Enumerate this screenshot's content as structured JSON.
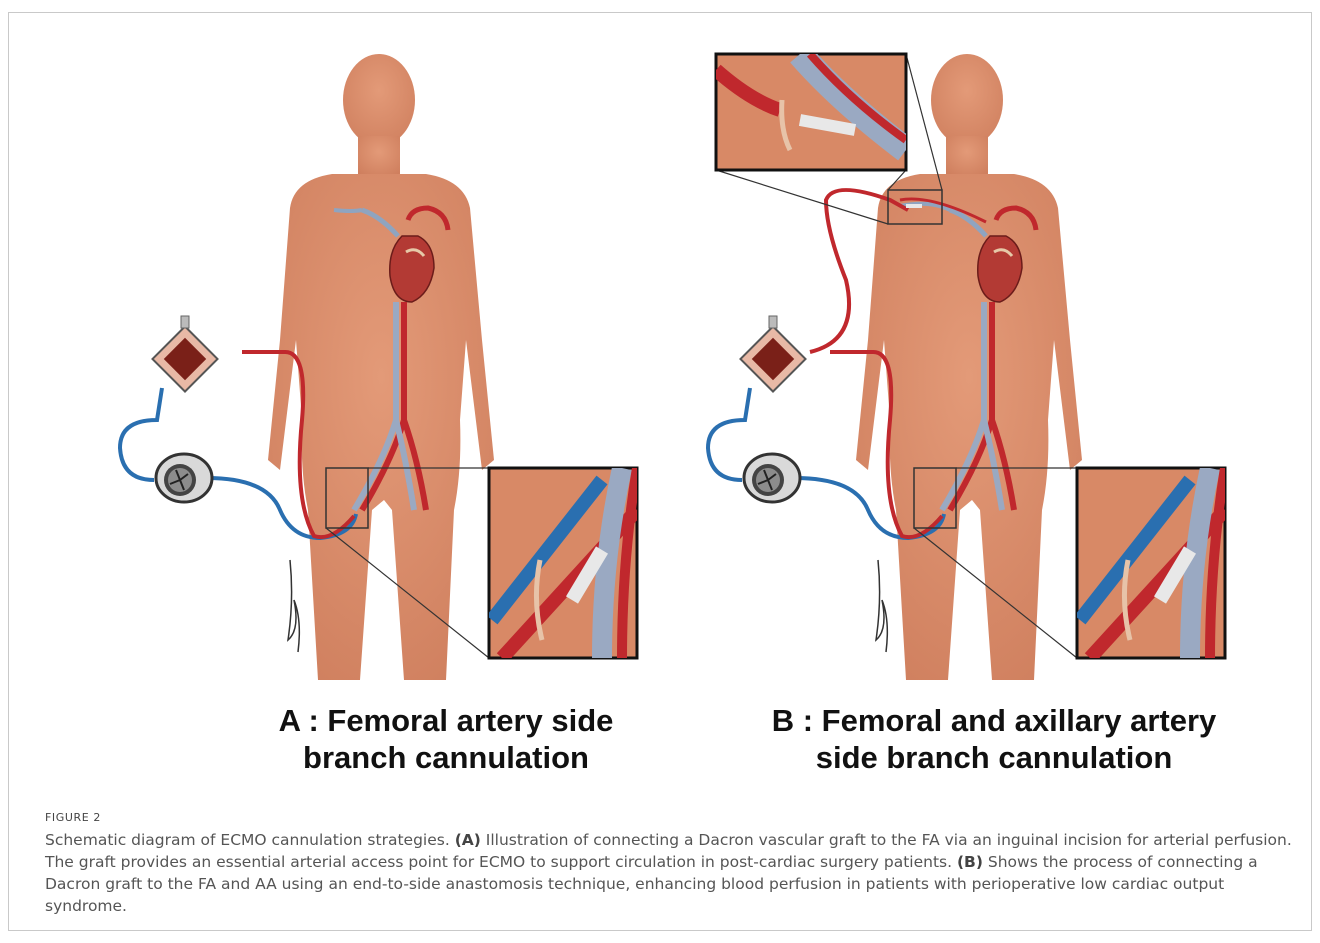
{
  "panels": {
    "a": {
      "title_line1": "A : Femoral artery side",
      "title_line2": "branch cannulation"
    },
    "b": {
      "title_line1": "B : Femoral and axillary artery",
      "title_line2": "side branch cannulation"
    }
  },
  "figure": {
    "label": "FIGURE 2",
    "caption_intro": "Schematic diagram of ECMO cannulation strategies. ",
    "caption_a_marker": "(A)",
    "caption_a_text": " Illustration of connecting a Dacron vascular graft to the FA via an inguinal incision for arterial perfusion. The graft provides an essential arterial access point for ECMO to support circulation in post-cardiac surgery patients. ",
    "caption_b_marker": "(B)",
    "caption_b_text": " Shows the process of connecting a Dacron graft to the FA and AA using an end-to-side anastomosis technique, enhancing blood perfusion in patients with perioperative low cardiac output syndrome."
  },
  "colors": {
    "skin": "#d98b6a",
    "artery": "#c0282d",
    "vein": "#2a6fb0",
    "graft": "#e8e8e8"
  },
  "icons": [
    "human-body-figure",
    "heart-icon",
    "oxygenator-icon",
    "centrifugal-pump-icon",
    "magnified-inset",
    "artist-signature"
  ]
}
